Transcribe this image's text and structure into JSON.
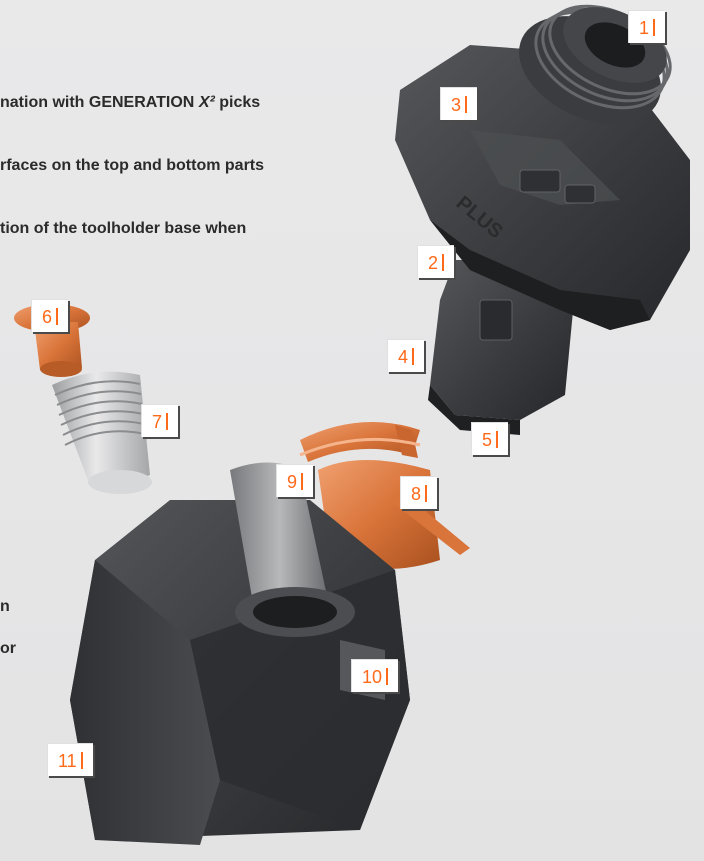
{
  "text_lines": [
    {
      "before": "nation with GENERATION ",
      "italic": "X²",
      "after": " picks"
    },
    {
      "before": "rfaces on the top and bottom parts",
      "italic": "",
      "after": ""
    },
    {
      "before": "tion of the toolholder base when",
      "italic": "",
      "after": ""
    },
    {
      "before": "n",
      "italic": "",
      "after": ""
    },
    {
      "before": "or",
      "italic": "",
      "after": ""
    }
  ],
  "labels": {
    "l1": "1",
    "l2": "2",
    "l3": "3",
    "l4": "4",
    "l5": "5",
    "l6": "6",
    "l7": "7",
    "l8": "8",
    "l9": "9",
    "l10": "10",
    "l11": "11"
  },
  "colors": {
    "accent": "#ff6a1a",
    "copper": "#d9743a",
    "dark_part": "#3a3b3d",
    "silver": "#c9cacb",
    "background": "#e6e6e7"
  }
}
